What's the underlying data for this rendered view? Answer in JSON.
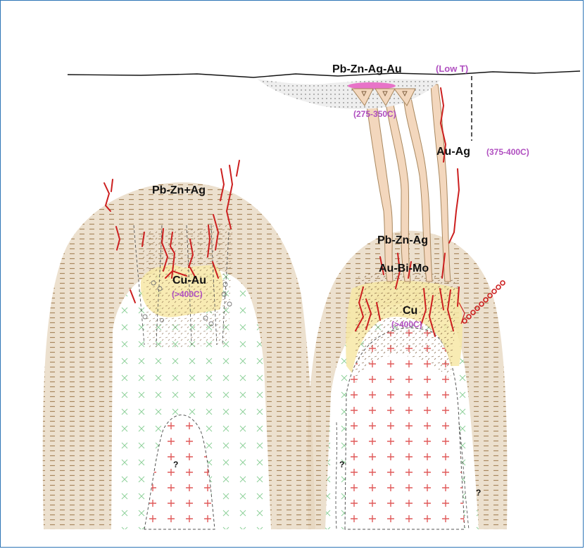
{
  "labels": {
    "top_metals": "Pb-Zn-Ag-Au",
    "top_temp": "(Low T)",
    "epithermal_temp": "(275-350C)",
    "auag_metals": "Au-Ag",
    "auag_temp": "(375-400C)",
    "left_pbzn": "Pb-Zn+Ag",
    "left_cuau": "Cu-Au",
    "left_temp": "(>400C)",
    "right_pbzn": "Pb-Zn-Ag",
    "right_aubimo": "Au-Bi-Mo",
    "right_cu": "Cu",
    "right_temp": "(>400C)",
    "unknown_1": "?",
    "unknown_2": "?",
    "unknown_3": "?"
  },
  "colors": {
    "border": "#2e75b6",
    "halo_fill": "#e6d6bd",
    "halo_dash": "#a8875e",
    "vein": "#cc1f1f",
    "temp_text": "#b04fc0",
    "alteration_yellow": "#f7e7a6",
    "pink_lens": "#e873c8",
    "cross_green": "#8ed19a",
    "plus_red": "#e05a5a",
    "stockwork": "#f3d7bd"
  }
}
